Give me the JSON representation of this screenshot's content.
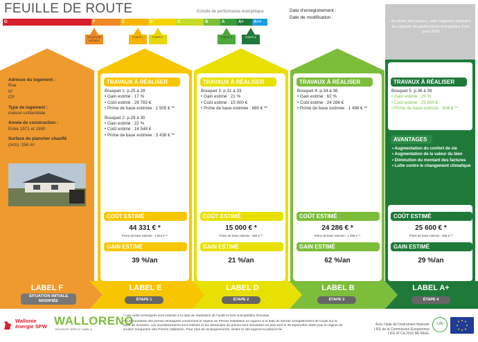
{
  "header": {
    "title": "FEUILLE DE ROUTE",
    "scale_label": "Echelle de performance énergétique",
    "registration_label": "Date d'enregistrement :",
    "modification_label": "Date de modification :"
  },
  "scale": [
    "G",
    "F",
    "E",
    "D",
    "C",
    "B",
    "A",
    "A+",
    "A++"
  ],
  "colors": {
    "G": "#d7202b",
    "F": "#f08a24",
    "E": "#f7b500",
    "D": "#f4d400",
    "C": "#c7dc24",
    "B": "#7cbd3a",
    "A": "#3b9c3a",
    "A+": "#1f7a3a",
    "A++": "#1a9ee3",
    "orange": "#ef9a2e",
    "yellow": "#f2d300",
    "lightgreen": "#7cbd3a",
    "green": "#1f7a3a",
    "grey": "#c9c9c9"
  },
  "markers": {
    "situation": "SITUATION INITIALE",
    "etape1": "ETAPE 1",
    "etape2": "ETAPE 2",
    "etape3": "ETAPE 3",
    "etape4": "ETAPE 4"
  },
  "grey_note": "Au terme des travaux, votre logement atteindra les objectifs de performance énergétique fixés pour 2050",
  "dwelling": {
    "address_title": "Adresse du logement :",
    "rue": "Rue",
    "num": "N°",
    "cp": "CP",
    "type_title": "Type de logement :",
    "type_value": "maison unifamiliale",
    "year_title": "Année de construction :",
    "year_value": "Entre 1971 et 1980",
    "surface_title": "Surface de plancher chauffé",
    "surface_value": "(Ach) :156 m²"
  },
  "works_title": "TRAVAUX À RÉALISER",
  "cost_title": "COÛT ESTIMÉ",
  "gain_title": "GAIN ESTIMÉ",
  "base_prime_label": "Prime de base estimée :",
  "col1": {
    "b1_title": "Bouquet  1: p.25 à 28",
    "b1_l1": "• Gain estimé : 17 %",
    "b1_l2": "• Coût estimé : 29 783 €",
    "b1_l3": "• Prime de base estimée : 1 505 € **",
    "b2_title": "Bouquet  2: p.29 à 30",
    "b2_l1": "• Gain estimé : 22 %",
    "b2_l2": "• Coût estimé : 14 548 €",
    "b2_l3": "• Prime de base estimée : 3 438 € **",
    "cost": "44 331 €  *",
    "prime": "Prime de base estimée : 4 944 € **",
    "gain": "39 %/an"
  },
  "col2": {
    "b1_title": "Bouquet  3: p.31 à 33",
    "b1_l1": "• Gain estimé : 21 %",
    "b1_l2": "• Coût estimé : 15 000 €",
    "b1_l3": "• Prime de base estimée : 680 € **",
    "cost": "15 000 €  *",
    "prime": "Prime de base estimée : 680 € **",
    "gain": "21 %/an"
  },
  "col3": {
    "b1_title": "Bouquet  4: p.34 à 36",
    "b1_l1": "• Gain estimé : 62 %",
    "b1_l2": "• Coût estimé : 24 286 €",
    "b1_l3": "• Prime de base estimée : 1 498 € **",
    "cost": "24 286 €  *",
    "prime": "Prime de base estimée : 1 498 € **",
    "gain": "62 %/an"
  },
  "col4": {
    "b1_title": "Bouquet  5: p.36 à 39",
    "b1_l1": "• Gain estimé : 29 %",
    "b1_l2": "• Coût estimé : 25 600 €",
    "b1_l3": "• Prime de base estimée : 608 € **",
    "adv_title": "AVANTAGES",
    "adv": [
      "• Augmentation du confort de vie",
      "• Augmentation de la valeur du bien",
      "• Diminution du montant des factures",
      "• Lutte contre le changement climatique"
    ],
    "cost": "25 600 €  *",
    "prime": "Prime de base estimée : 608 € **",
    "gain": "29 %/an"
  },
  "bottom": {
    "labelF": "LABEL F",
    "situation": "SITUATION INITIALE MODIFIÉE",
    "labelE": "LABEL E",
    "labelD": "LABEL D",
    "labelB": "LABEL B",
    "labelAp": "LABEL A+",
    "step1": "ÉTAPE 1",
    "step2": "ÉTAPE 2",
    "step3": "ÉTAPE 3",
    "step4": "ÉTAPE 4"
  },
  "footer": {
    "note1": "* Les coûts renseignés sont estimés à la date de réalisation de l'audit et sont susceptibles d'évoluer",
    "note2": "** Les montants des primes renseignés concernent le régime de Primes Habitation en vigueur à la date du dernier enregistrement de l'audit sur la base de données. Les investissements sont réalisés et les demandes de primes sont introduites au plus tard le 30 septembre 2026 pour le régime de soutien temporaire des Primes Habitation. Pour plus de renseignements, visitez le site logement.wallonie.be",
    "wallonie": "Wallonie énergie SPW",
    "walloreno": "WALLORENO",
    "walloreno_sub": "EN ROUTE VERS LE LABEL A",
    "life1": "Avec l'aide de l'instrument financier",
    "life2": "LIFE de la Commission Européenne",
    "life3": "LIFE IP CA 2016 BE-REEL",
    "life_logo": "Life"
  }
}
